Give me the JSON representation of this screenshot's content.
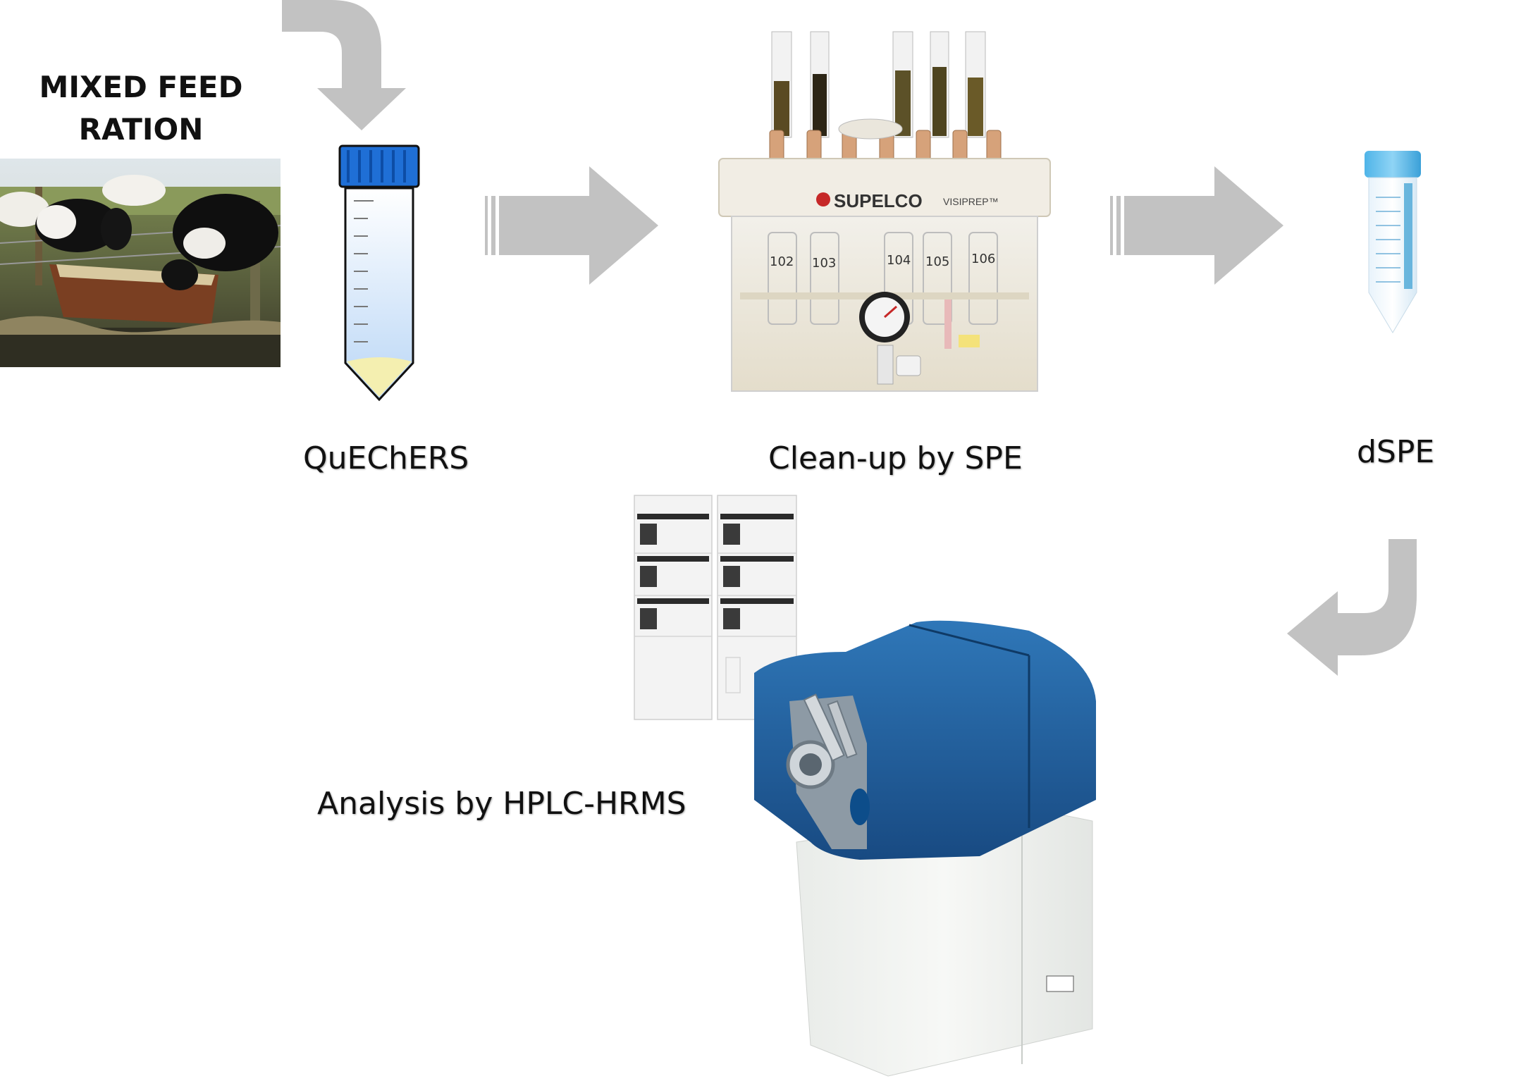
{
  "labels": {
    "feed_title_line1": "MIXED FEED",
    "feed_title_line2": "RATION",
    "step_quechers": "QuEChERS",
    "step_spe": "Clean-up by SPE",
    "step_dspe": "dSPE",
    "step_analysis": "Analysis by HPLC-HRMS"
  },
  "apparatus": {
    "brand": "SUPELCO",
    "model": "VISIPREP™",
    "vial_numbers": [
      "102",
      "103",
      "104",
      "105",
      "106"
    ]
  },
  "colors": {
    "arrow_gray": "#c2c2c2",
    "tube_cap_blue": "#1f6fd6",
    "ms_blue": "#1f5f9e",
    "pellet_yellow": "#f4efb0"
  }
}
